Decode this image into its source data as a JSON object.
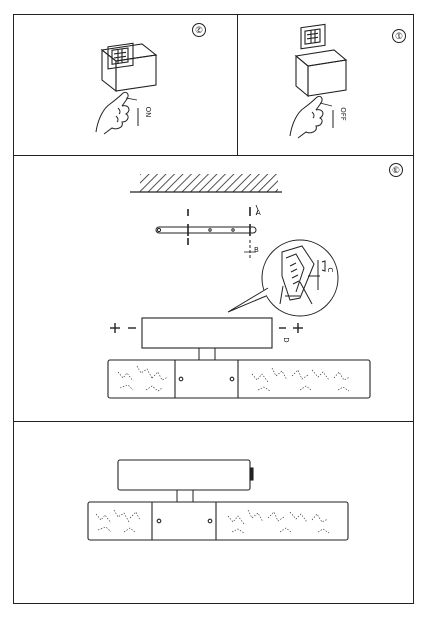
{
  "steps": [
    {
      "id": "step-1",
      "number": "①",
      "label": "OFF"
    },
    {
      "id": "step-2",
      "number": "②",
      "label": "ON"
    },
    {
      "id": "step-3",
      "number": "③"
    }
  ],
  "mount_labels": {
    "a": "A",
    "b": "B",
    "c": "C",
    "d": "D"
  },
  "colors": {
    "line": "#222222",
    "background": "#ffffff"
  }
}
